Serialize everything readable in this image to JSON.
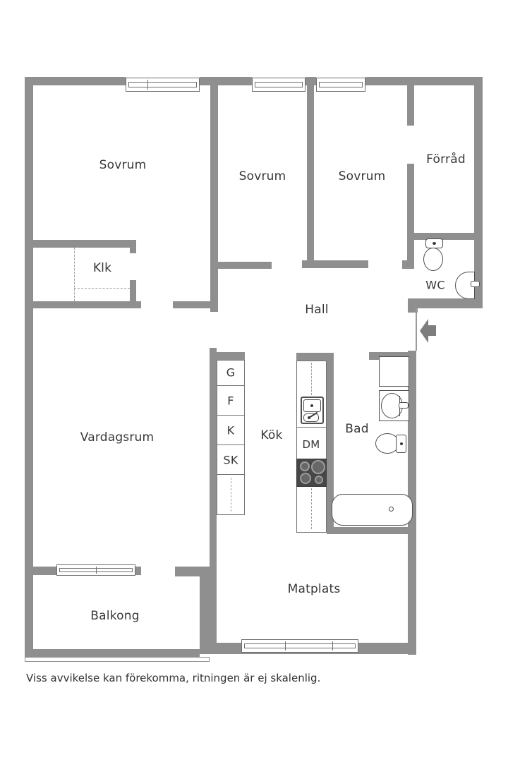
{
  "floorplan": {
    "rooms": {
      "sovrum1": "Sovrum",
      "sovrum2": "Sovrum",
      "sovrum3": "Sovrum",
      "forrad": "Förråd",
      "klk": "Klk",
      "wc": "WC",
      "hall": "Hall",
      "vardagsrum": "Vardagsrum",
      "kok": "Kök",
      "dm": "DM",
      "bad": "Bad",
      "matplats": "Matplats",
      "balkong": "Balkong"
    },
    "kitchen_cabinets": {
      "g": "G",
      "f": "F",
      "k": "K",
      "sk": "SK"
    },
    "disclaimer": "Viss avvikelse kan förekomma, ritningen är ej skalenlig.",
    "colors": {
      "wall": "#8f8f8f",
      "fixture_line": "#4f4f4f",
      "stove": "#474747",
      "text": "#383838"
    }
  }
}
